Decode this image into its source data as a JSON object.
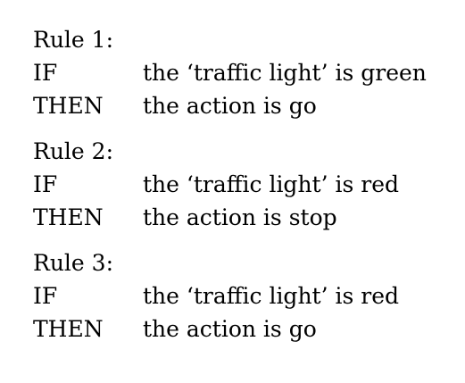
{
  "rules": [
    {
      "heading": "Rule 1:",
      "if_keyword": "IF",
      "if_text": "the ‘traffic light’ is green",
      "then_keyword": "THEN",
      "then_text": "the action is go"
    },
    {
      "heading": "Rule 2:",
      "if_keyword": "IF",
      "if_text": "the ‘traffic light’ is red",
      "then_keyword": "THEN",
      "then_text": "the action is stop"
    },
    {
      "heading": "Rule 3:",
      "if_keyword": "IF",
      "if_text": "the ‘traffic light’ is red",
      "then_keyword": "THEN",
      "then_text": "the action is go"
    }
  ]
}
